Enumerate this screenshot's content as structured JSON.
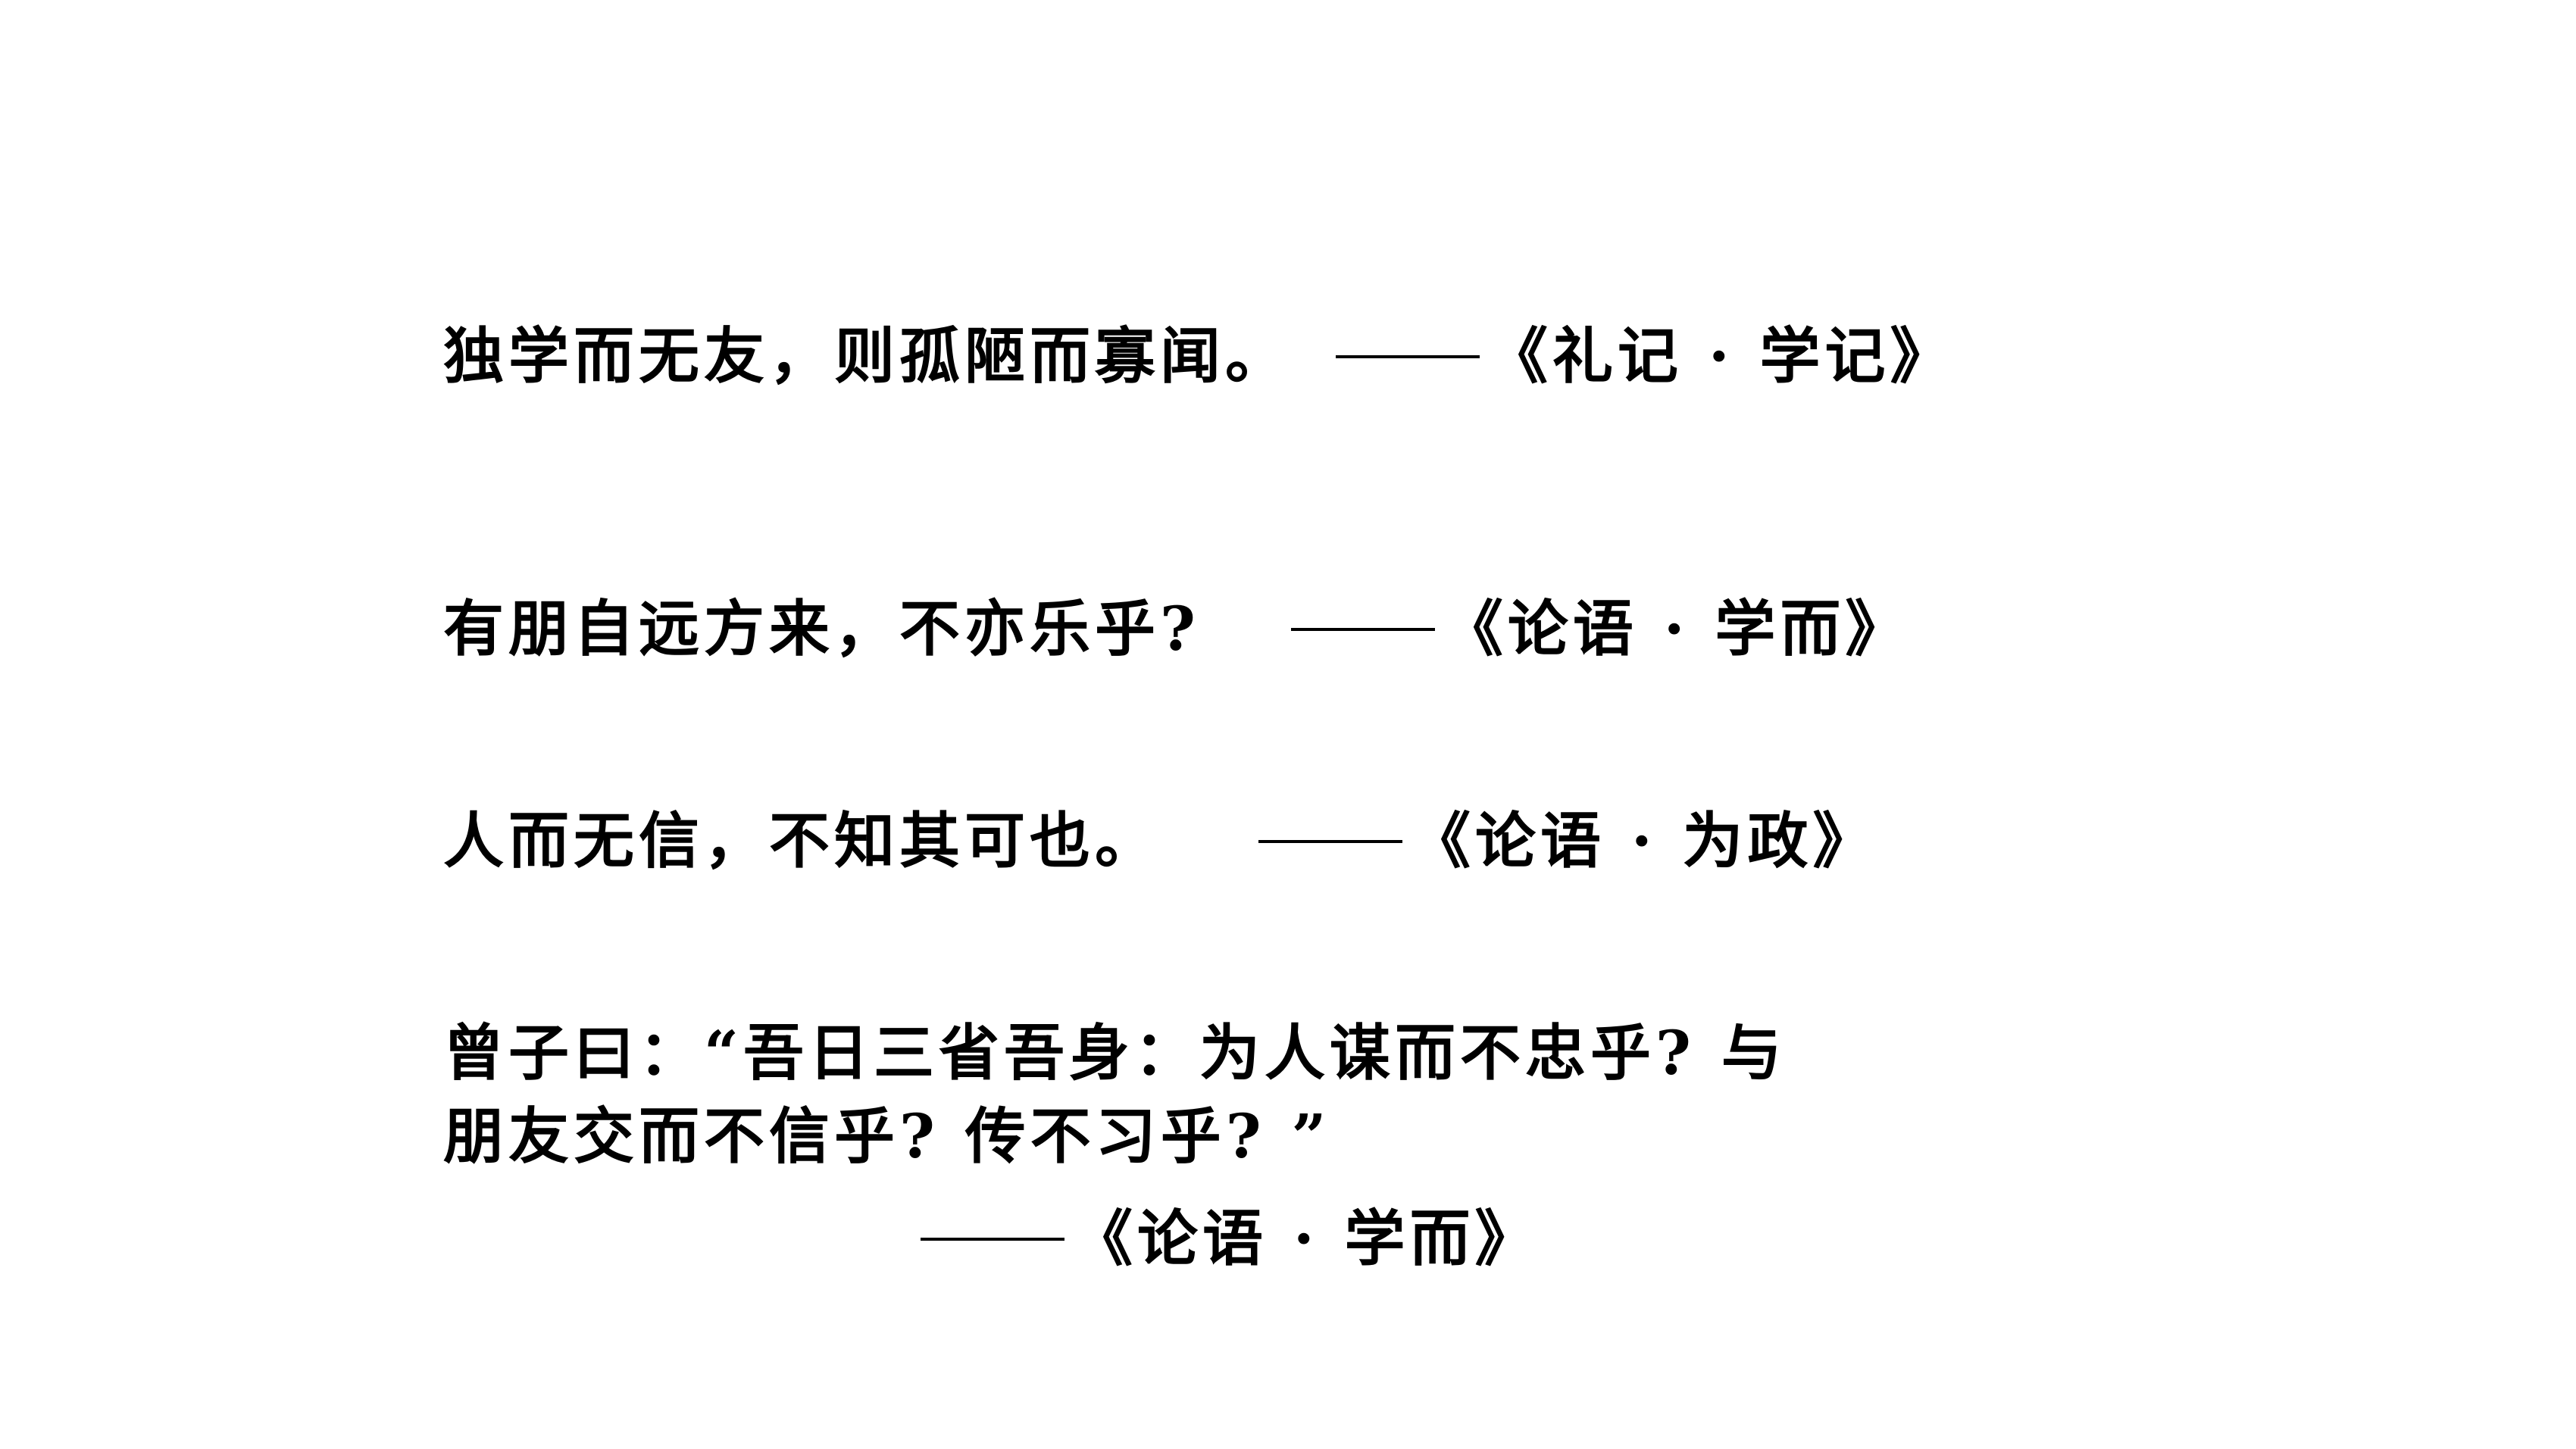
{
  "quotes": [
    {
      "text": "独学而无友，则孤陋而寡闻。",
      "source": "《礼记 · 学记》"
    },
    {
      "text": "有朋自远方来，不亦乐乎?",
      "source": "《论语 · 学而》"
    },
    {
      "text": "人而无信，不知其可也。",
      "source": "《论语 · 为政》"
    },
    {
      "text_line1": "曾子曰：“吾日三省吾身：为人谋而不忠乎? 与",
      "text_line2": "朋友交而不信乎? 传不习乎? ”",
      "source": "《论语 · 学而》"
    }
  ]
}
